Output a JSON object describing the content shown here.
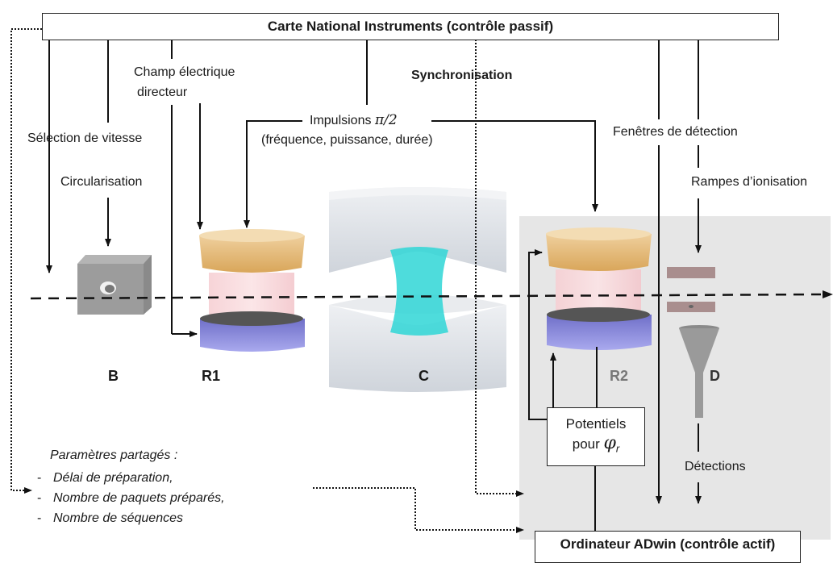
{
  "top_box": {
    "title": "Carte National Instruments (contrôle passif)"
  },
  "bottom_box": {
    "title": "Ordinateur ADwin (contrôle actif)"
  },
  "potentials_box": {
    "line1": "Potentiels",
    "line2": "pour",
    "symbol": "φ",
    "subscript": "r"
  },
  "labels": {
    "champ_line1": "Champ électrique",
    "champ_line2": "directeur",
    "synchronisation": "Synchronisation",
    "impulsions_prefix": "Impulsions",
    "impulsions_math": "π/2",
    "impulsions_line2": "(fréquence, puissance, durée)",
    "selection_vitesse": "Sélection de vitesse",
    "circularisation": "Circularisation",
    "fenetres": "Fenêtres de détection",
    "rampes": "Rampes d’ionisation",
    "detections": "Détections"
  },
  "components": {
    "B": "B",
    "R1": "R1",
    "C": "C",
    "R2": "R2",
    "D": "D"
  },
  "shared_params": {
    "title": "Paramètres partagés :",
    "items": [
      "Délai de préparation,",
      "Nombre de paquets préparés,",
      "Nombre de séquences"
    ]
  },
  "colors": {
    "panel": "#e6e6e6",
    "orange_electrode": "#e8b56e",
    "blue_electrode": "#8f8fe0",
    "cavity_mode": "#2fd6d6",
    "mirror": "#d8dce2",
    "block": "#8c8c8c"
  }
}
